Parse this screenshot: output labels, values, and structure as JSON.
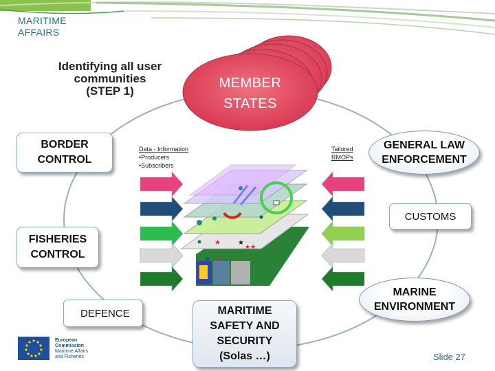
{
  "header": {
    "line1": "MARITIME",
    "line2": "AFFAIRS"
  },
  "step_label": {
    "line1": "Identifying all user",
    "line2": "communities",
    "line3": "(STEP 1)"
  },
  "member_states": {
    "line1": "MEMBER",
    "line2": "STATES"
  },
  "nodes": {
    "border_control": {
      "line1": "BORDER",
      "line2": "CONTROL"
    },
    "fisheries_control": {
      "line1": "FISHERIES",
      "line2": "CONTROL"
    },
    "defence": "DEFENCE",
    "general_law": {
      "line1": "GENERAL LAW",
      "line2": "ENFORCEMENT"
    },
    "customs": "CUSTOMS",
    "marine_env": {
      "line1": "MARINE",
      "line2": "ENVIRONMENT"
    },
    "maritime_safety": {
      "line1": "MARITIME",
      "line2": "SAFETY AND",
      "line3": "SECURITY",
      "line4": "(Solas …)"
    }
  },
  "notes": {
    "data_info": "Data - Information",
    "producers": "•Producers",
    "subscribers": "•Subscribers",
    "tailored1": "Tailored",
    "tailored2": "RMOPs"
  },
  "footer": {
    "eu_line1": "European",
    "eu_line2": "Commission",
    "eu_line3": "Maritime Affairs",
    "eu_line4": "and Fisheries",
    "slide": "Slide 27"
  },
  "colors": {
    "arrow_pink": "#e8427e",
    "arrow_navy": "#1f4e79",
    "arrow_green": "#2bbd4e",
    "arrow_lime": "#92d050",
    "arrow_gray": "#d9d9d9",
    "arrow_dark_green": "#1e7b2a",
    "member_states": "#e0455e",
    "header": "#2b6c8e"
  }
}
